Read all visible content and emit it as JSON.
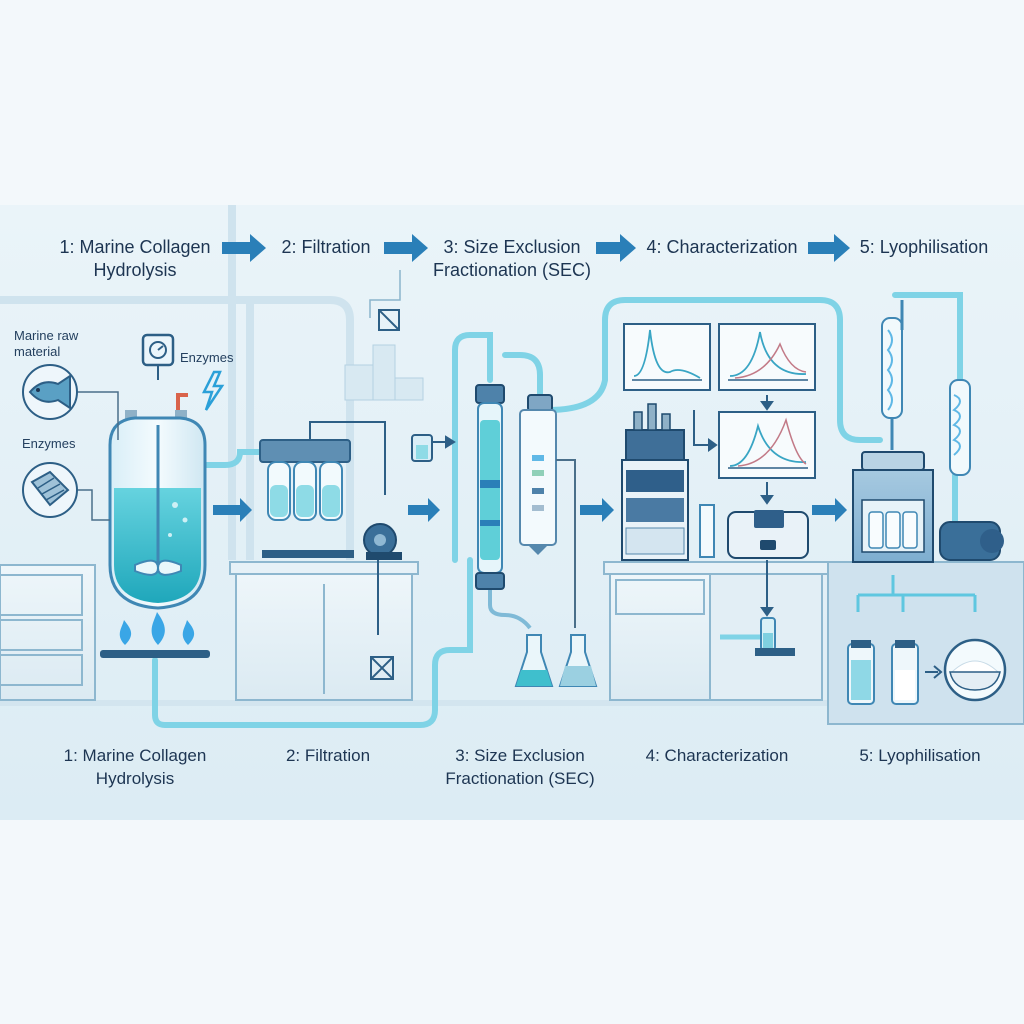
{
  "steps_top": [
    {
      "l1": "1: Marine Collagen",
      "l2": "Hydrolysis"
    },
    {
      "l1": "2: Filtration",
      "l2": ""
    },
    {
      "l1": "3: Size Exclusion",
      "l2": "Fractionation (SEC)"
    },
    {
      "l1": "4: Characterization",
      "l2": ""
    },
    {
      "l1": "5: Lyophilisation",
      "l2": ""
    }
  ],
  "steps_bottom": [
    {
      "l1": "1: Marine Collagen",
      "l2": "Hydrolysis"
    },
    {
      "l1": "2: Filtration",
      "l2": ""
    },
    {
      "l1": "3: Size Exclusion",
      "l2": "Fractionation (SEC)"
    },
    {
      "l1": "4: Characterization",
      "l2": ""
    },
    {
      "l1": "5: Lyophilisation",
      "l2": ""
    }
  ],
  "callouts": {
    "raw_material": "Marine raw\nmaterial",
    "enzymes_left": "Enzymes",
    "enzymes_top": "Enzymes"
  },
  "icons": [
    "fish-icon",
    "enzyme-sachet-icon",
    "lightning-icon",
    "gauge-icon",
    "flame-icon",
    "waste-bin-icon",
    "powder-bowl-icon"
  ],
  "colors": {
    "accent": "#2a93c9",
    "liquid": "#3cc0cf",
    "pipe": "#7fd3e6",
    "text": "#1d3552",
    "arrow": "#2a7fb8"
  }
}
